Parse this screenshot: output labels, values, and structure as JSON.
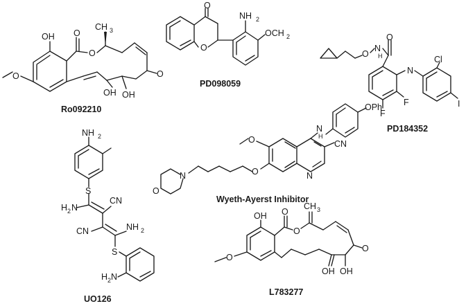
{
  "compounds": [
    {
      "name": "Ro092210",
      "atoms": [
        "OH",
        "O",
        "O",
        "CH",
        "3",
        "O",
        "O",
        "OH",
        "OH"
      ]
    },
    {
      "name": "PD098059",
      "atoms": [
        "O",
        "O",
        "NH",
        "2",
        "OCH",
        "2"
      ]
    },
    {
      "name": "PD184352",
      "atoms": [
        "O",
        "N",
        "H",
        "O",
        "Cl",
        "N",
        "F",
        "F",
        "I"
      ]
    },
    {
      "name": "Wyeth-Ayerst Inhibitor",
      "atoms": [
        "OPh",
        "N",
        "H",
        "O",
        "CN",
        "O",
        "N",
        "N",
        "O"
      ]
    },
    {
      "name": "UO126",
      "atoms": [
        "NH",
        "2",
        "S",
        "H",
        "2",
        "N",
        "CN",
        "CN",
        "NH",
        "2",
        "S",
        "H",
        "2",
        "N"
      ]
    },
    {
      "name": "L783277",
      "atoms": [
        "OH",
        "O",
        "CH",
        "3",
        "O",
        "O",
        "O",
        "OH",
        "OH"
      ]
    }
  ]
}
